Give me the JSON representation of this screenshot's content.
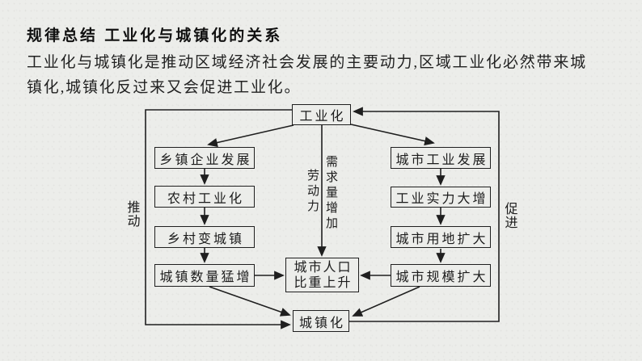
{
  "header": {
    "title": "规律总结 工业化与城镇化的关系",
    "paragraph_lines": [
      "工业化与城镇化是推动区域经济社会发展的主要动力,区域工业化必然带来城",
      "镇化,城镇化反过来又会促进工业化。"
    ]
  },
  "diagram": {
    "top_node": "工业化",
    "bottom_node": "城镇化",
    "center_node_lines": [
      "城市人口",
      "比重上升"
    ],
    "left_chain": [
      "乡镇企业发展",
      "农村工业化",
      "乡村变城镇",
      "城镇数量猛增"
    ],
    "right_chain": [
      "城市工业发展",
      "工业实力大增",
      "城市用地扩大",
      "城市规模扩大"
    ],
    "labels": {
      "labor": "劳动力",
      "demand_increase": "需求量增加",
      "drive": "推动",
      "promote": "促进"
    },
    "colors": {
      "background": "#ecedea",
      "line": "#1f1f1f",
      "text": "#1c1c1c"
    }
  }
}
